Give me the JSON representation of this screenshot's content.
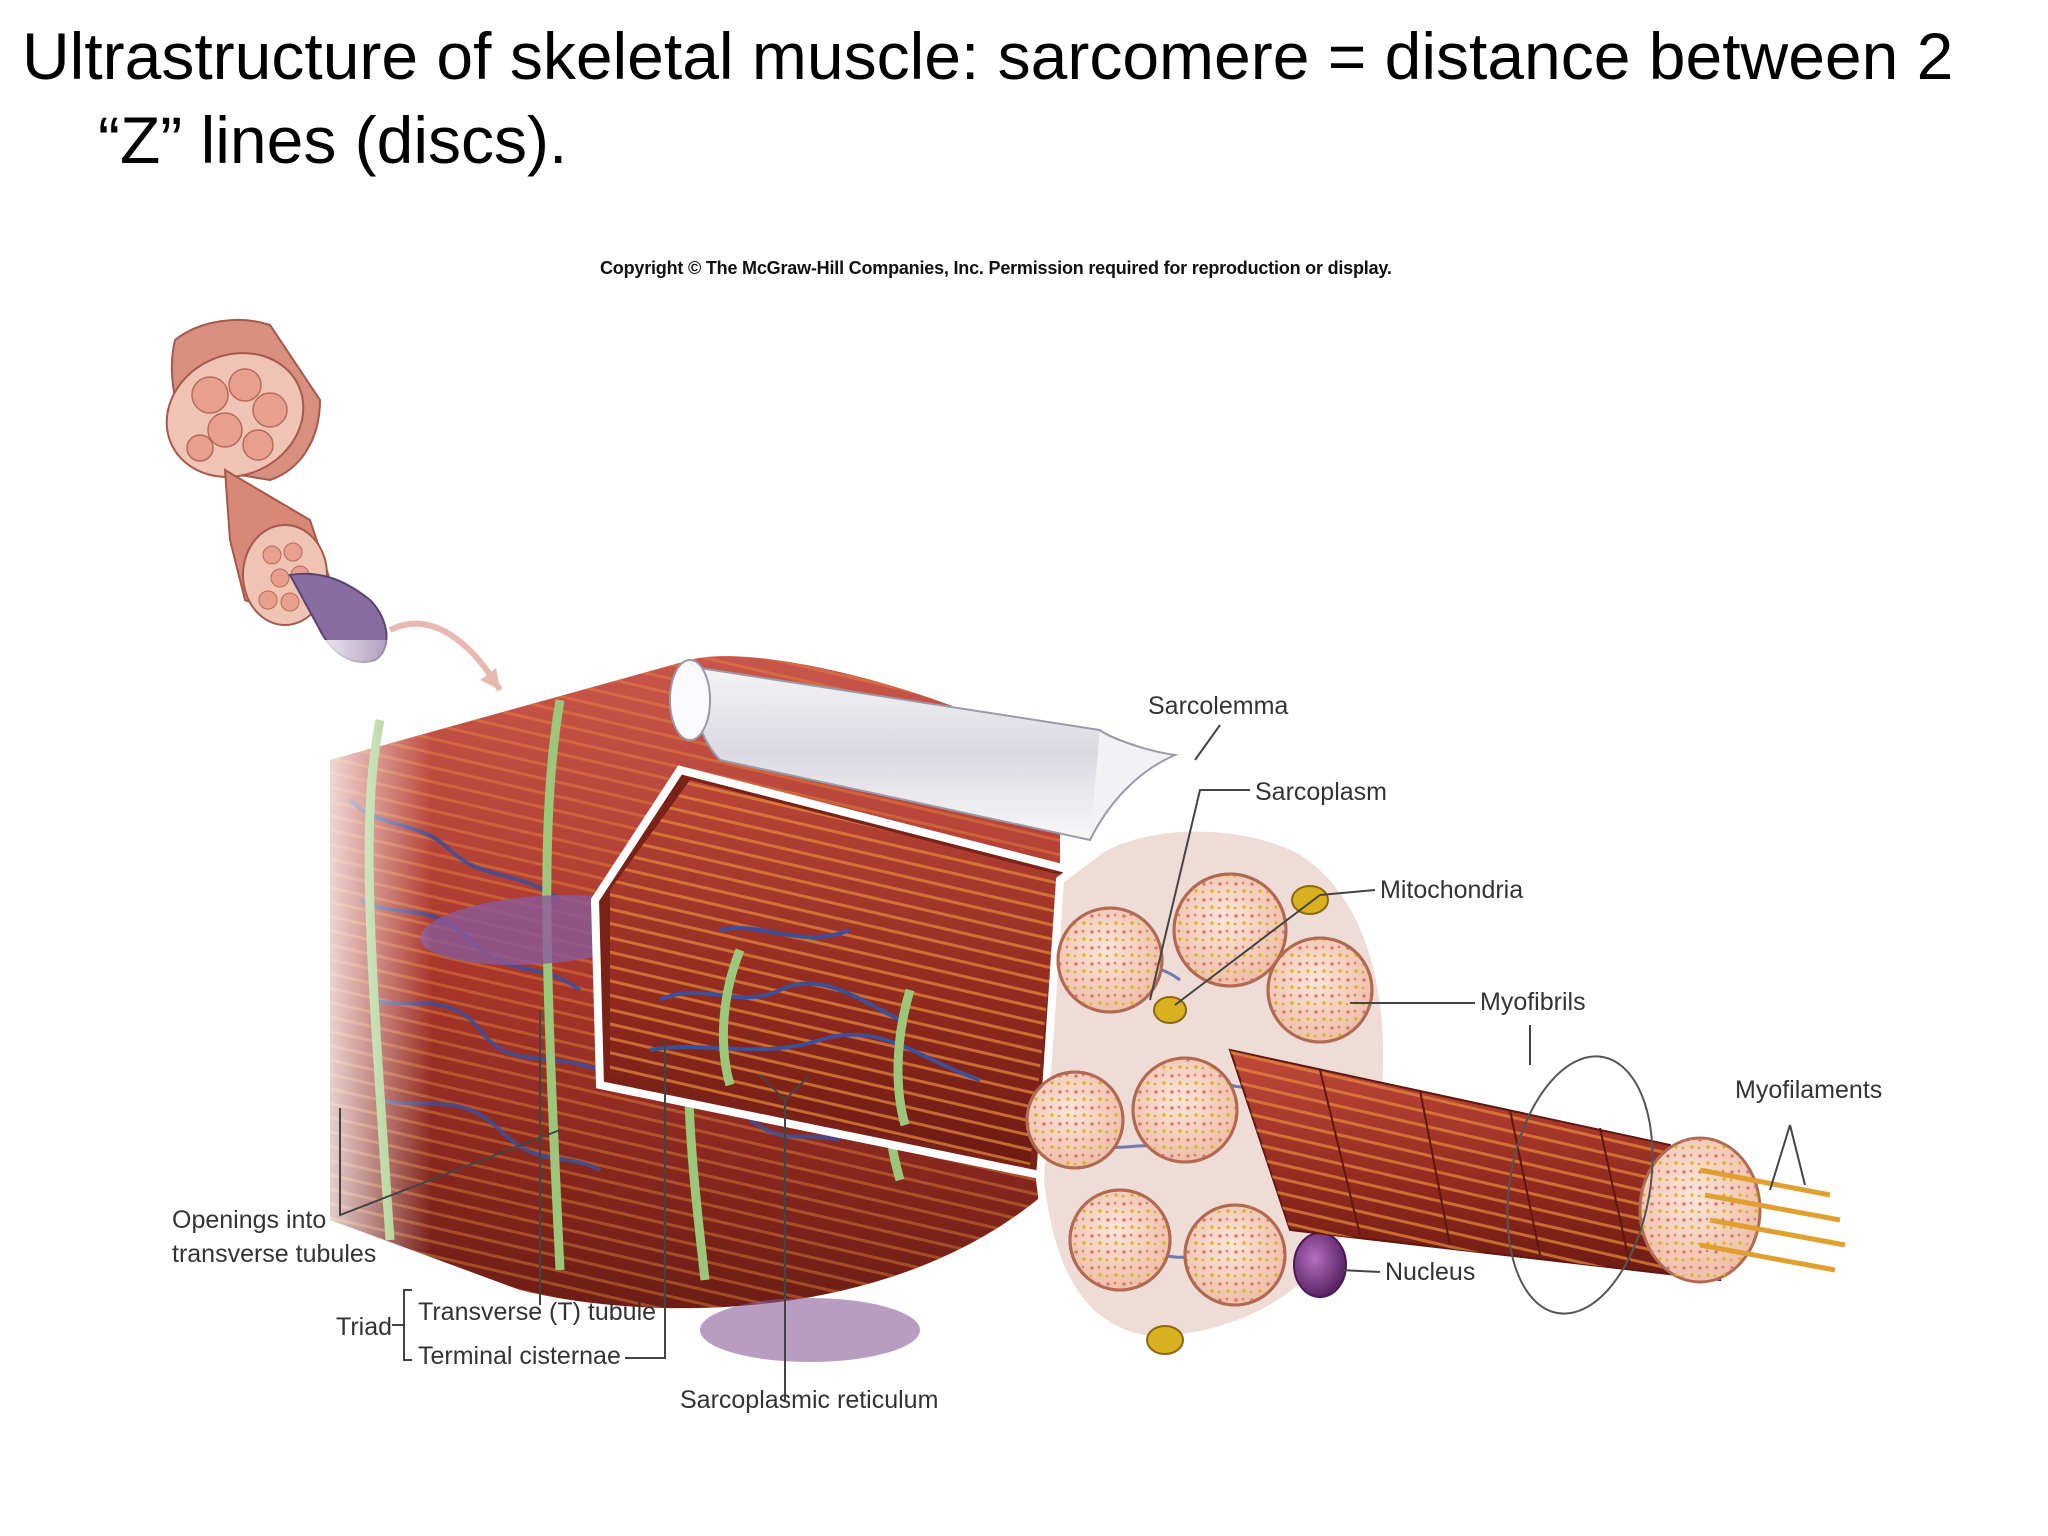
{
  "title": {
    "line1": "Ultrastructure of skeletal muscle: sarcomere = distance between 2",
    "line2": "“Z” lines (discs)."
  },
  "figure": {
    "copyright": "Copyright © The McGraw-Hill Companies, Inc. Permission required for reproduction or display.",
    "labels": {
      "sarcolemma": "Sarcolemma",
      "sarcoplasm": "Sarcoplasm",
      "mitochondria": "Mitochondria",
      "myofibrils": "Myofibrils",
      "myofilaments": "Myofilaments",
      "nucleus": "Nucleus",
      "openings_line1": "Openings into",
      "openings_line2": "transverse tubules",
      "triad": "Triad",
      "t_tubule": "Transverse  (T) tubule",
      "terminal_cisternae": "Terminal cisternae",
      "sarcoplasmic_reticulum": "Sarcoplasmic reticulum"
    },
    "colors": {
      "muscle_red": "#a8352a",
      "muscle_dark": "#7a2218",
      "stripe_orange": "#e88a3a",
      "fibril_face": "#f6d2c2",
      "dot_pink": "#d77a7a",
      "dot_yellow": "#d8b020",
      "reticulum_blue": "#3c4f9a",
      "t_tubule_green": "#9cc77a",
      "nucleus_purple": "#7a3c84",
      "sarcolemma_gray": "#e6e6ea"
    }
  }
}
